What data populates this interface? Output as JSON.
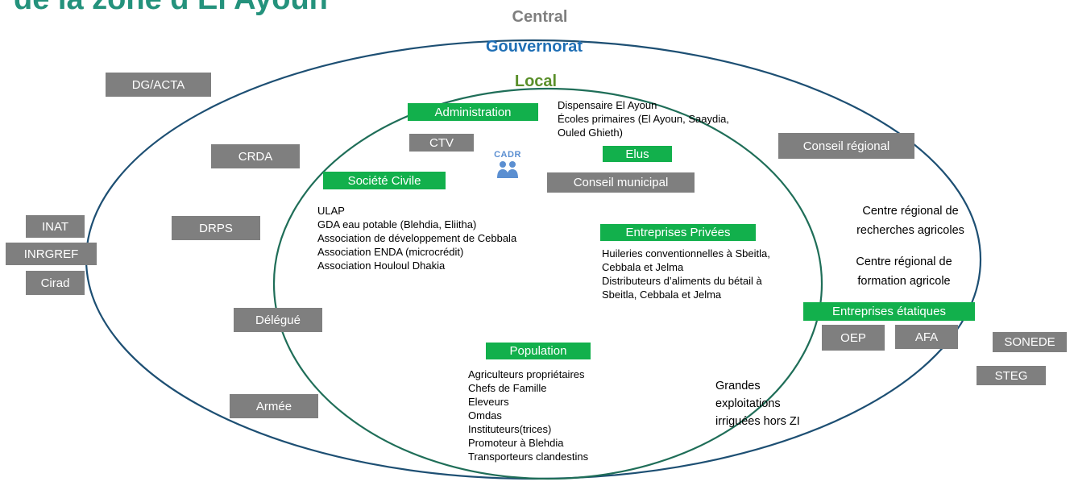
{
  "title": "de la zone d’El Ayoun",
  "zones": {
    "central": "Central",
    "gouvernorat": "Gouvernorat",
    "local": "Local"
  },
  "colors": {
    "title": "#24927c",
    "central": "#7f7f7f",
    "gouvernorat": "#1f6fb5",
    "local": "#5a8f2a",
    "outer_ellipse": "#1d4f73",
    "inner_ellipse": "#1f6e58",
    "grey_box": "#7f7f7f",
    "green_box": "#12b04c"
  },
  "central_actors": {
    "dg_acta": "DG/ACTA",
    "inat": "INAT",
    "inrgref": "INRGREF",
    "cirad": "Cirad",
    "sonede": "SONEDE",
    "steg": "STEG"
  },
  "gouvernorat_actors": {
    "crda": "CRDA",
    "drps": "DRPS",
    "delegue": "Délégué",
    "armee": "Armée",
    "conseil_regional": "Conseil régional",
    "centre_recherches": [
      "Centre régional de",
      "recherches agricoles"
    ],
    "centre_formation": [
      "Centre régional de",
      "formation agricole"
    ],
    "entreprises_etatiques": "Entreprises étatiques",
    "oep": "OEP",
    "afa": "AFA"
  },
  "local_actors": {
    "administration": "Administration",
    "administration_items": [
      "Dispensaire El Ayoun",
      "Écoles primaires (El Ayoun, Saaydia,",
      "Ouled Ghieth)"
    ],
    "ctv": "CTV",
    "cadr_icon": "people-icon",
    "cadr": "CADR",
    "elus": "Elus",
    "conseil_municipal": "Conseil municipal",
    "societe_civile": "Société Civile",
    "societe_civile_items": [
      "ULAP",
      "GDA eau potable (Blehdia, Eliitha)",
      "Association de développement de Cebbala",
      "Association ENDA (microcrédit)",
      "Association Houloul Dhakia"
    ],
    "entreprises_privees": "Entreprises Privées",
    "entreprises_privees_items": [
      "Huileries conventionnelles à Sbeitla,",
      "Cebbala et Jelma",
      "Distributeurs d’aliments du bétail à",
      "Sbeitla, Cebbala et Jelma"
    ],
    "population": "Population",
    "population_items": [
      "Agriculteurs propriétaires",
      "Chefs de Famille",
      "Eleveurs",
      "Omdas",
      "Instituteurs(trices)",
      "Promoteur à Blehdia",
      "Transporteurs clandestins"
    ],
    "grandes_exploitations": [
      "Grandes",
      "exploitations",
      "irriguées hors ZI"
    ]
  }
}
